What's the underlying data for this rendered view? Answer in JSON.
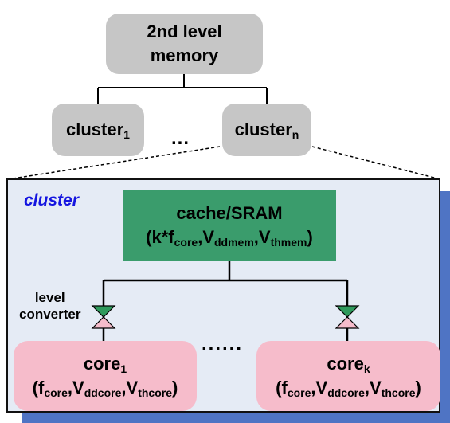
{
  "memory": {
    "line1": "2nd level",
    "line2": "memory"
  },
  "clusters": [
    {
      "base": "cluster",
      "sub": "1"
    },
    {
      "base": "cluster",
      "sub": "n"
    }
  ],
  "ellipsis_top": "...",
  "panel": {
    "title": "cluster",
    "cache": {
      "line1": "cache/SRAM",
      "params": [
        {
          "base": "(k*f",
          "sub": "core"
        },
        {
          "base": ",V",
          "sub": "ddmem"
        },
        {
          "base": ",V",
          "sub": "thmem"
        }
      ],
      "close": ")"
    },
    "level_converter": {
      "line1": "level",
      "line2": "converter"
    },
    "ellipsis_bottom": "......",
    "cores": [
      {
        "base": "core",
        "sub": "1"
      },
      {
        "base": "core",
        "sub": "k"
      }
    ],
    "core_params": [
      {
        "base": "(f",
        "sub": "core"
      },
      {
        "base": ",V",
        "sub": "ddcore"
      },
      {
        "base": ",V",
        "sub": "thcore"
      }
    ],
    "core_close": ")"
  },
  "colors": {
    "gray_box": "#c6c6c6",
    "panel_bg": "#e5ebf5",
    "shadow": "#4f74c4",
    "cache": "#3a9c6c",
    "core": "#f6bccb",
    "cluster_label": "#1414e0",
    "converter_top": "#2f9a5c",
    "converter_bottom": "#f6bccb"
  }
}
